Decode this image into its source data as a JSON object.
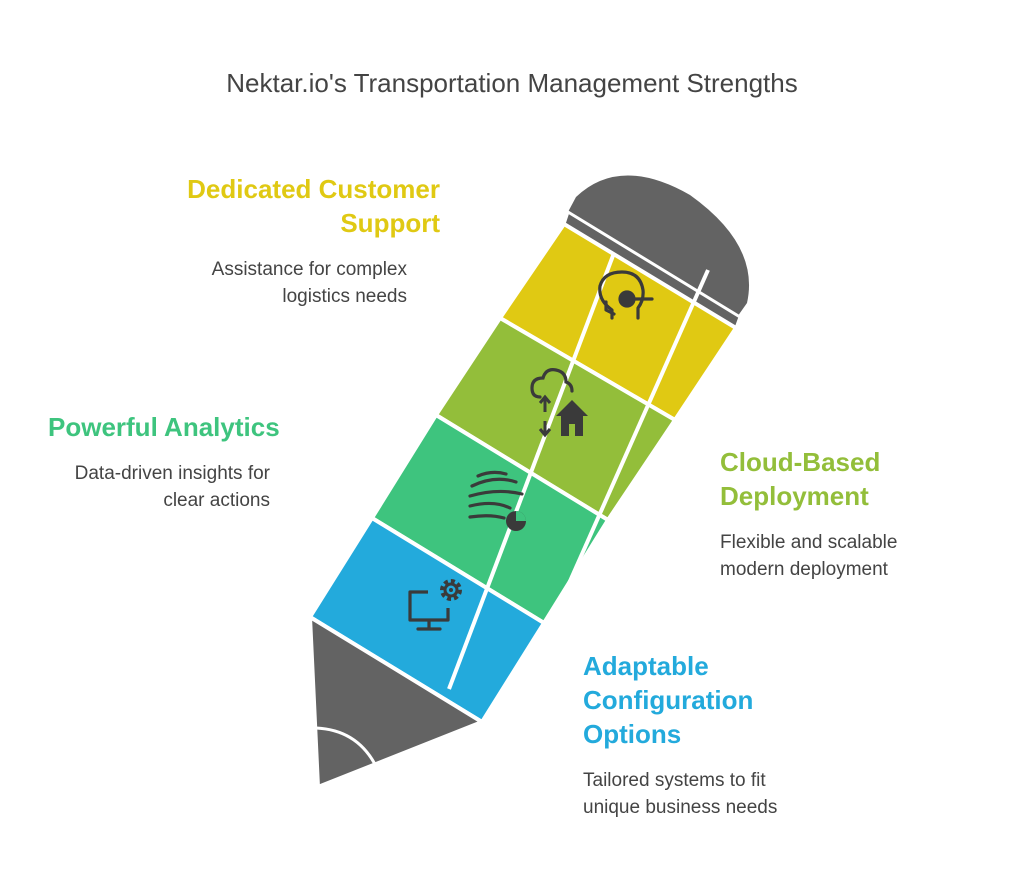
{
  "title": "Nektar.io's Transportation Management Strengths",
  "colors": {
    "support": "#e0c913",
    "deployment": "#93be3a",
    "analytics": "#3ec47e",
    "configuration": "#23aadc",
    "graphite": "#636363",
    "icon": "#3a3a3a",
    "text": "#444444"
  },
  "items": [
    {
      "key": "support",
      "heading": "Dedicated Customer Support",
      "description": "Assistance for complex logistics needs",
      "icon": "headset-agent-icon"
    },
    {
      "key": "deployment",
      "heading": "Cloud-Based Deployment",
      "description": "Flexible and scalable modern deployment",
      "icon": "cloud-home-icon"
    },
    {
      "key": "analytics",
      "heading": "Powerful Analytics",
      "description": "Data-driven insights for clear actions",
      "icon": "wind-chart-icon"
    },
    {
      "key": "configuration",
      "heading": "Adaptable Configuration Options",
      "description": "Tailored systems to fit unique business needs",
      "icon": "monitor-gear-icon"
    }
  ]
}
